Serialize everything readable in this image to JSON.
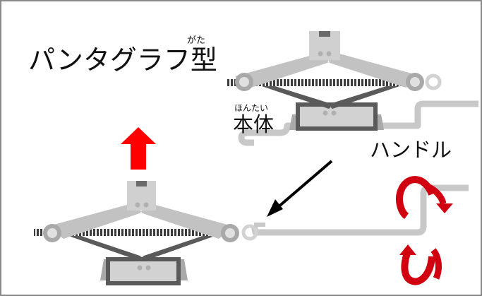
{
  "labels": {
    "title": "パンタグラフ型",
    "title_ruby": "がた",
    "body": "本体",
    "body_ruby": "ほんたい",
    "handle": "ハンドル"
  },
  "colors": {
    "frame_border": "#8a8a8a",
    "jack_light": "#c8c8c8",
    "jack_mid": "#a9a9a9",
    "jack_dark": "#5a5a5a",
    "screw": "#3c3c3c",
    "arrow_up": "#ff0000",
    "rotation": "#e00010",
    "pointer": "#000000"
  },
  "icons": {
    "up_arrow": "red-up-arrow-icon",
    "rotation": "rotation-arrows-icon",
    "pointer": "black-diagonal-arrow-icon"
  }
}
